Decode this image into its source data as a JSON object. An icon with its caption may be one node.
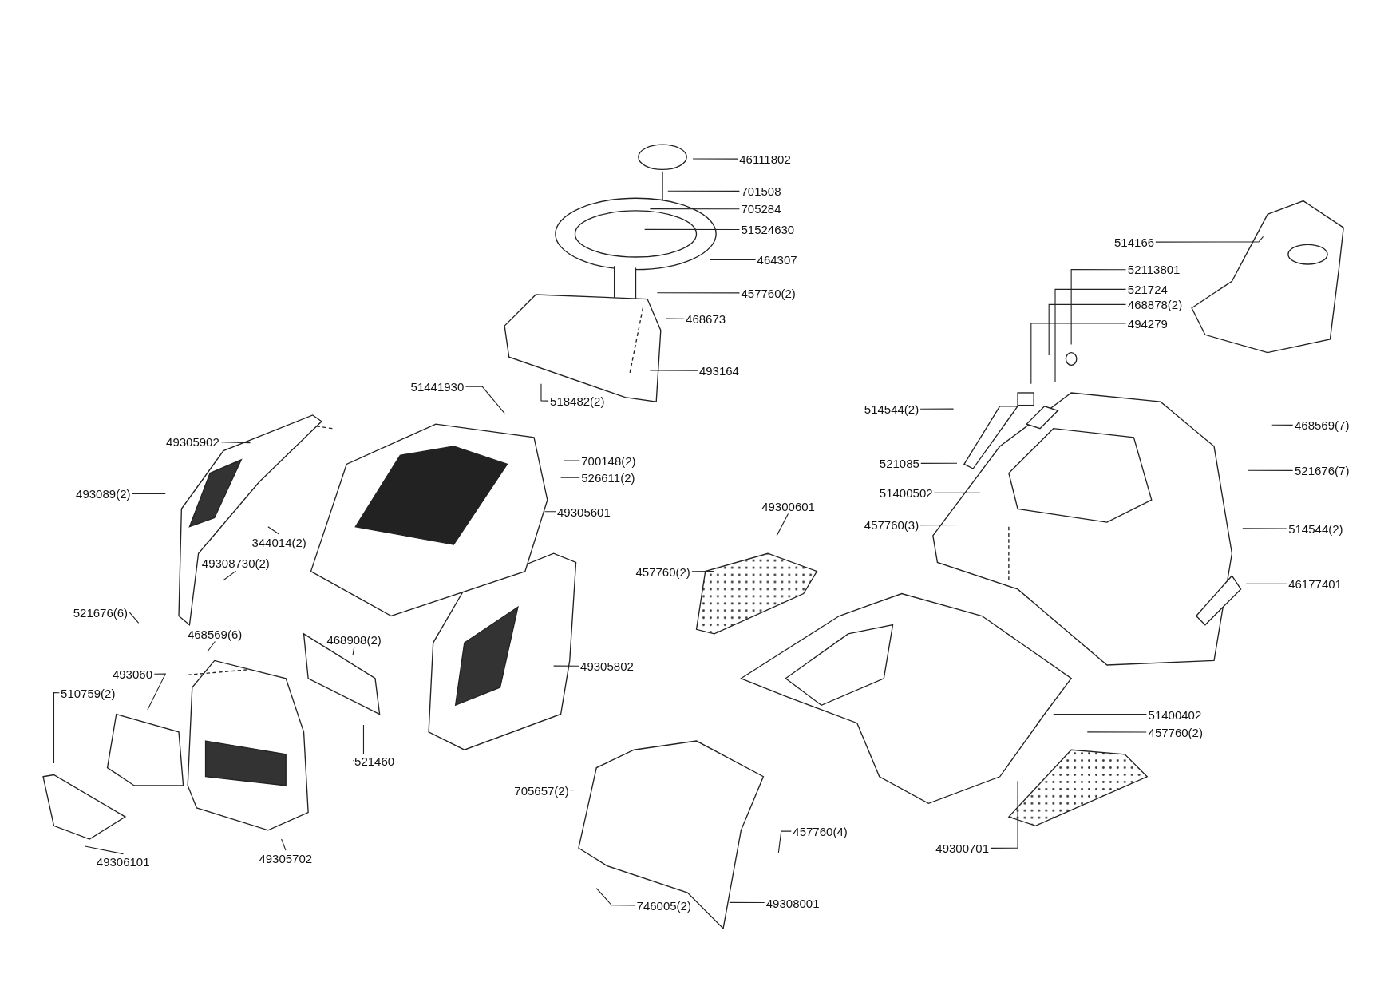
{
  "diagram": {
    "nodes": [
      {
        "text": [
          "46111802"
        ]
      },
      {
        "text": [
          "701508"
        ]
      },
      {
        "text": [
          "705284"
        ]
      },
      {
        "text": [
          "51524630"
        ]
      },
      {
        "text": [
          "464307"
        ]
      },
      {
        "text": [
          "457760(2)"
        ]
      },
      {
        "text": [
          "468673"
        ]
      },
      {
        "text": [
          "493164"
        ]
      },
      {
        "text": [
          "518482(2)"
        ]
      },
      {
        "text": [
          "51441930"
        ]
      },
      {
        "text": [
          "700148(2)"
        ]
      },
      {
        "text": [
          "526611(2)"
        ]
      },
      {
        "text": [
          "49305601"
        ]
      },
      {
        "text": [
          "49305902"
        ]
      },
      {
        "text": [
          "493089(2)"
        ]
      },
      {
        "text": [
          "344014(2)"
        ]
      },
      {
        "text": [
          "49308730(2)"
        ]
      },
      {
        "text": [
          "521676(6)"
        ]
      },
      {
        "text": [
          "468569(6)"
        ]
      },
      {
        "text": [
          "468908(2)"
        ]
      },
      {
        "text": [
          "493060"
        ]
      },
      {
        "text": [
          "510759(2)"
        ]
      },
      {
        "text": [
          "521460"
        ]
      },
      {
        "text": [
          "49305702"
        ]
      },
      {
        "text": [
          "49306101"
        ]
      },
      {
        "text": [
          "49305802"
        ]
      },
      {
        "text": [
          "49300601"
        ]
      },
      {
        "text": [
          "457760(2)"
        ]
      },
      {
        "text": [
          "705657(2)"
        ]
      },
      {
        "text": [
          "457760(4)"
        ]
      },
      {
        "text": [
          "746005(2)"
        ]
      },
      {
        "text": [
          "49308001"
        ]
      },
      {
        "text": [
          "514166"
        ]
      },
      {
        "text": [
          "52113801"
        ]
      },
      {
        "text": [
          "521724"
        ]
      },
      {
        "text": [
          "468878(2)"
        ]
      },
      {
        "text": [
          "494279"
        ]
      },
      {
        "text": [
          "514544(2)"
        ]
      },
      {
        "text": [
          "521085"
        ]
      },
      {
        "text": [
          "51400502"
        ]
      },
      {
        "text": [
          "468569(7)"
        ]
      },
      {
        "text": [
          "521676(7)"
        ]
      },
      {
        "text": [
          "457760(3)"
        ]
      },
      {
        "text": [
          "514544(2)"
        ]
      },
      {
        "text": [
          "46177401"
        ]
      },
      {
        "text": [
          "51400402"
        ]
      },
      {
        "text": [
          "457760(2)"
        ]
      },
      {
        "text": [
          "49300701"
        ]
      },
      {
        "text": [],
        "shape": "picture"
      },
      {
        "text": [],
        "shape": "picture"
      },
      {
        "text": [],
        "shape": "picture"
      }
    ],
    "edges": [
      {
        "from": 0,
        "to": null,
        "arrow": "none"
      },
      {
        "from": 1,
        "to": null,
        "arrow": "none"
      },
      {
        "from": 2,
        "to": null,
        "arrow": "none"
      },
      {
        "from": 3,
        "to": null,
        "arrow": "none"
      },
      {
        "from": 4,
        "to": null,
        "arrow": "none"
      },
      {
        "from": 5,
        "to": null,
        "arrow": "none"
      },
      {
        "from": 6,
        "to": null,
        "arrow": "none"
      },
      {
        "from": 7,
        "to": null,
        "arrow": "none"
      },
      {
        "from": 8,
        "to": null,
        "arrow": "none"
      },
      {
        "from": 9,
        "to": null,
        "arrow": "none"
      },
      {
        "from": 10,
        "to": null,
        "arrow": "none"
      },
      {
        "from": 11,
        "to": null,
        "arrow": "none"
      },
      {
        "from": 12,
        "to": 48,
        "arrow": "none"
      },
      {
        "from": 13,
        "to": 49,
        "arrow": "none"
      },
      {
        "from": 14,
        "to": null,
        "arrow": "none"
      },
      {
        "from": 15,
        "to": null,
        "arrow": "none"
      },
      {
        "from": 16,
        "to": null,
        "arrow": "none"
      },
      {
        "from": 17,
        "to": null,
        "arrow": "none"
      },
      {
        "from": 18,
        "to": null,
        "arrow": "none"
      },
      {
        "from": 19,
        "to": null,
        "arrow": "none"
      },
      {
        "from": 20,
        "to": null,
        "arrow": "none"
      },
      {
        "from": 21,
        "to": null,
        "arrow": "none"
      },
      {
        "from": 22,
        "to": null,
        "arrow": "none"
      },
      {
        "from": 23,
        "to": null,
        "arrow": "none"
      },
      {
        "from": 24,
        "to": null,
        "arrow": "none"
      },
      {
        "from": 25,
        "to": null,
        "arrow": "none"
      },
      {
        "from": 26,
        "to": null,
        "arrow": "none"
      },
      {
        "from": 27,
        "to": null,
        "arrow": "none"
      },
      {
        "from": 28,
        "to": null,
        "arrow": "none"
      },
      {
        "from": 29,
        "to": null,
        "arrow": "none"
      },
      {
        "from": 30,
        "to": null,
        "arrow": "none"
      },
      {
        "from": 31,
        "to": 50,
        "arrow": "none"
      },
      {
        "from": 32,
        "to": null,
        "arrow": "none"
      },
      {
        "from": 33,
        "to": null,
        "arrow": "none"
      },
      {
        "from": 34,
        "to": null,
        "arrow": "none"
      },
      {
        "from": 35,
        "to": null,
        "arrow": "none"
      },
      {
        "from": 36,
        "to": null,
        "arrow": "none"
      },
      {
        "from": 37,
        "to": null,
        "arrow": "none"
      },
      {
        "from": 38,
        "to": null,
        "arrow": "none"
      },
      {
        "from": 39,
        "to": null,
        "arrow": "none"
      },
      {
        "from": 40,
        "to": null,
        "arrow": "none"
      },
      {
        "from": 41,
        "to": null,
        "arrow": "none"
      },
      {
        "from": 42,
        "to": null,
        "arrow": "none"
      },
      {
        "from": 43,
        "to": null,
        "arrow": "none"
      },
      {
        "from": 44,
        "to": null,
        "arrow": "none"
      },
      {
        "from": 45,
        "to": null,
        "arrow": "none"
      },
      {
        "from": 46,
        "to": null,
        "arrow": "none"
      },
      {
        "from": 47,
        "to": null,
        "arrow": "none"
      }
    ]
  }
}
